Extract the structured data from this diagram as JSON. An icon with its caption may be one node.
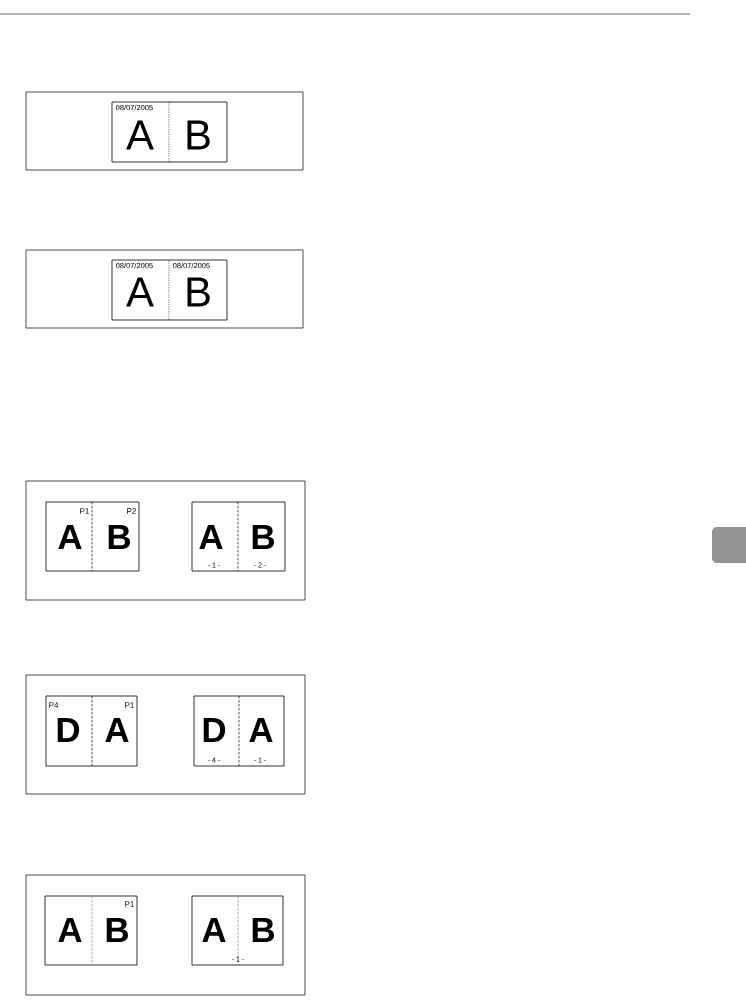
{
  "diagram": {
    "nodes": [
      {
        "text": [],
        "shape": "box"
      },
      {
        "text": [
          "08/07/2005",
          "A",
          "B"
        ],
        "in": 0
      },
      {
        "text": [],
        "shape": "box"
      },
      {
        "text": [
          "08/07/2005",
          "08/07/2005",
          "A",
          "B"
        ],
        "in": 2
      },
      {
        "text": [],
        "shape": "box"
      },
      {
        "text": [
          "P1",
          "P2",
          "A",
          "B"
        ],
        "in": 4
      },
      {
        "text": [
          "A",
          "B",
          "- 1 -",
          "- 2 -"
        ],
        "in": 4
      },
      {
        "text": [],
        "shape": "box"
      },
      {
        "text": [
          "P4",
          "P1",
          "D",
          "A"
        ],
        "in": 7
      },
      {
        "text": [
          "D",
          "A",
          "- 4 -",
          "- 1 -"
        ],
        "in": 7
      },
      {
        "text": [],
        "shape": "box"
      },
      {
        "text": [
          "P1",
          "A",
          "B"
        ],
        "in": 10
      },
      {
        "text": [
          "A",
          "B",
          "- 1 -"
        ],
        "in": 10
      }
    ]
  }
}
